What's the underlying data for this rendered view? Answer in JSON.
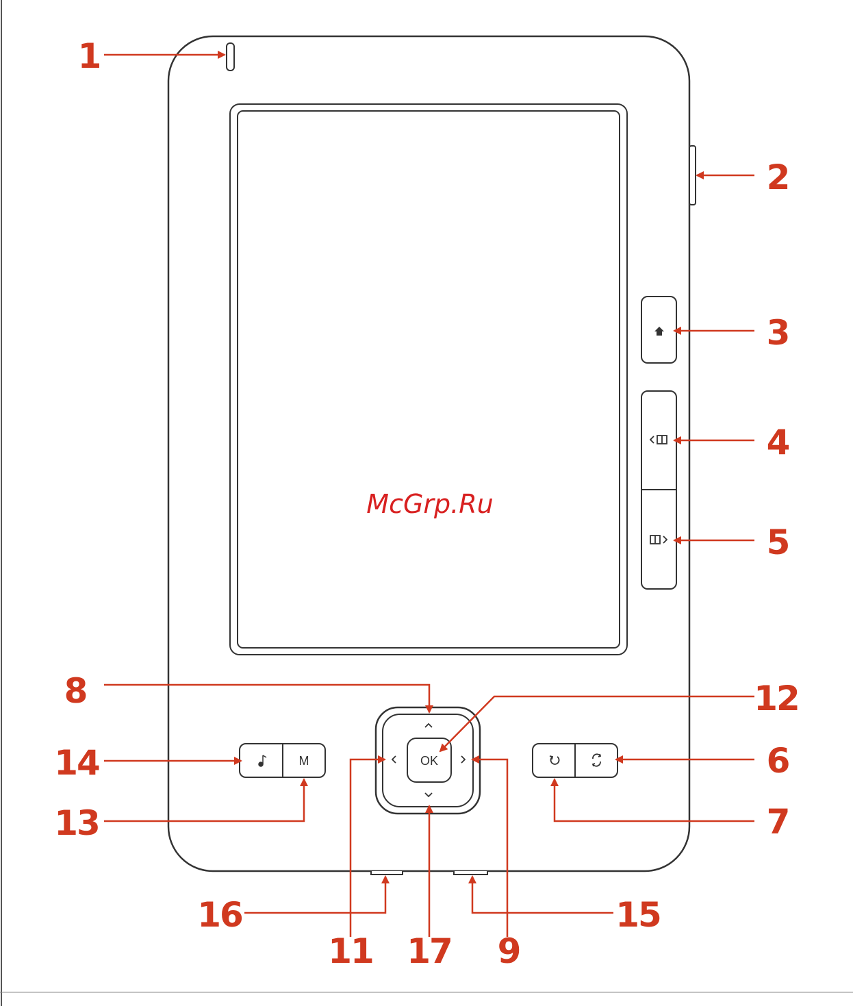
{
  "colors": {
    "accent": "#d0391f",
    "outline": "#333333",
    "watermark": "#d82020"
  },
  "watermark": "McGrp.Ru",
  "buttons": {
    "ok": "OK",
    "menu": "M"
  },
  "callouts": {
    "c1": "1",
    "c2": "2",
    "c3": "3",
    "c4": "4",
    "c5": "5",
    "c6": "6",
    "c7": "7",
    "c8": "8",
    "c9": "9",
    "c11": "11",
    "c12": "12",
    "c13": "13",
    "c14": "14",
    "c15": "15",
    "c16": "16",
    "c17": "17"
  },
  "icons": {
    "home": "home-icon",
    "page_prev": "page-prev-icon",
    "page_next": "page-next-icon",
    "music": "music-icon",
    "back": "back-icon",
    "rotate": "rotate-icon"
  }
}
